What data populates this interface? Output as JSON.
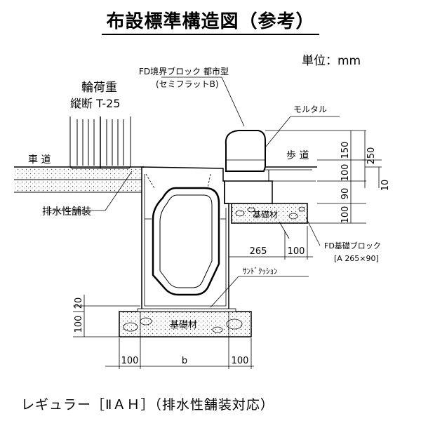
{
  "title": "布設標準構造図（参考）",
  "unit": "単位：mm",
  "load": {
    "line1": "輪荷重",
    "line2": "縦断 T-25"
  },
  "curb": {
    "name": "FD境界ブロック 都市型",
    "type": "(セミフラットB)"
  },
  "labels": {
    "mortar": "モルタル",
    "sidewalk": "歩 道",
    "roadway": "車 道",
    "paving": "排水性舗装",
    "base_material": "基礎材",
    "fd_base_block": "FD基礎ブロック",
    "fd_base_block_size": "[A 265×90]",
    "sand_cushion": "ｻﾝﾄﾞｸｯｼｮﾝ"
  },
  "dimensions": {
    "right_150": "150",
    "right_250": "250",
    "right_100a": "100",
    "right_10": "10",
    "right_90": "90",
    "right_100b": "100",
    "mid_265": "265",
    "mid_100": "100",
    "left_20": "20",
    "left_100": "100",
    "bottom_100_left": "100",
    "bottom_b": "b",
    "bottom_100_right": "100"
  },
  "caption": "レギュラー［ⅡＡＨ］（排水性舗装対応）"
}
